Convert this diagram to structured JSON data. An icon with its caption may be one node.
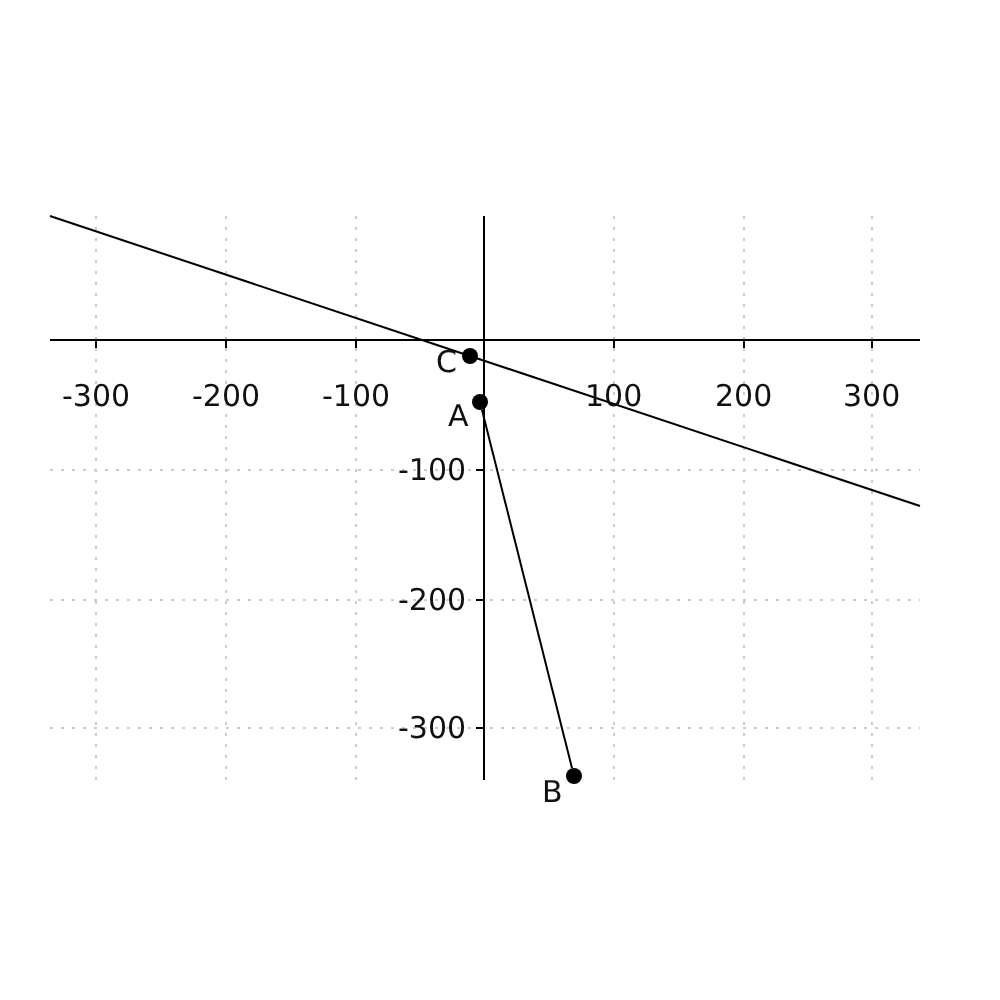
{
  "diagram": {
    "nodes": [
      {
        "text": [],
        "shape": "circle"
      },
      {
        "text": [],
        "shape": "circle"
      },
      {
        "text": [],
        "shape": "circle"
      }
    ],
    "edges": [
      {
        "from": 1,
        "to": 2,
        "arrow": "none"
      }
    ],
    "labels": [
      "C",
      "-300",
      "-200",
      "-100",
      "100",
      "200",
      "300",
      "A",
      "-100",
      "-200",
      "-300",
      "B"
    ]
  }
}
